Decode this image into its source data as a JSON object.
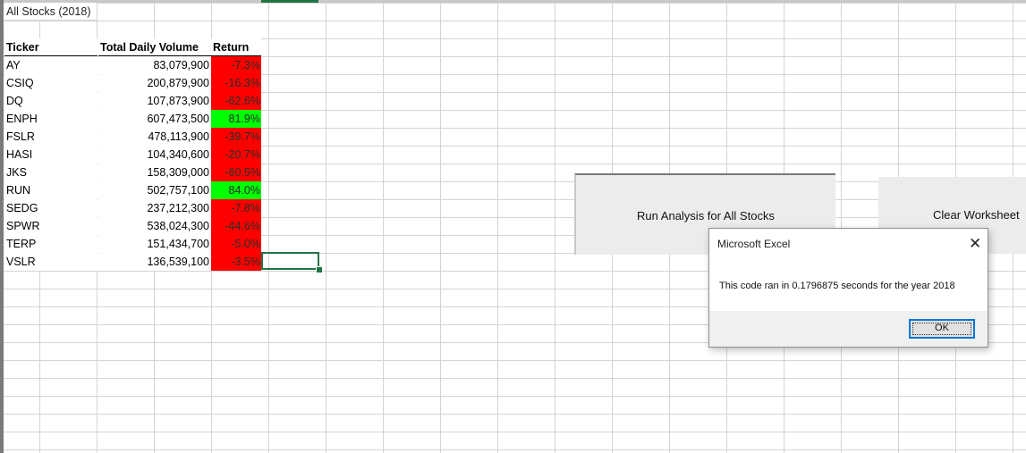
{
  "sheet": {
    "title_cell": "All Stocks (2018)",
    "headers": {
      "ticker": "Ticker",
      "volume": "Total Daily Volume",
      "return": "Return"
    },
    "rows": [
      {
        "ticker": "AY",
        "volume": "83,079,900",
        "return": "-7.3%",
        "positive": false
      },
      {
        "ticker": "CSIQ",
        "volume": "200,879,900",
        "return": "-16.3%",
        "positive": false
      },
      {
        "ticker": "DQ",
        "volume": "107,873,900",
        "return": "-62.6%",
        "positive": false
      },
      {
        "ticker": "ENPH",
        "volume": "607,473,500",
        "return": "81.9%",
        "positive": true
      },
      {
        "ticker": "FSLR",
        "volume": "478,113,900",
        "return": "-39.7%",
        "positive": false
      },
      {
        "ticker": "HASI",
        "volume": "104,340,600",
        "return": "-20.7%",
        "positive": false
      },
      {
        "ticker": "JKS",
        "volume": "158,309,000",
        "return": "-60.5%",
        "positive": false
      },
      {
        "ticker": "RUN",
        "volume": "502,757,100",
        "return": "84.0%",
        "positive": true
      },
      {
        "ticker": "SEDG",
        "volume": "237,212,300",
        "return": "-7.8%",
        "positive": false
      },
      {
        "ticker": "SPWR",
        "volume": "538,024,300",
        "return": "-44.6%",
        "positive": false
      },
      {
        "ticker": "TERP",
        "volume": "151,434,700",
        "return": "-5.0%",
        "positive": false
      },
      {
        "ticker": "VSLR",
        "volume": "136,539,100",
        "return": "-3.5%",
        "positive": false
      }
    ],
    "colors": {
      "negative": "#ff0000",
      "positive": "#00ff00",
      "selection": "#217346"
    }
  },
  "buttons": {
    "run_label": "Run Analysis for All Stocks",
    "clear_label": "Clear Worksheet"
  },
  "dialog": {
    "title": "Microsoft Excel",
    "close_icon": "close-icon",
    "message": "This code ran in 0.1796875 seconds for the year 2018",
    "ok_label": "OK"
  }
}
